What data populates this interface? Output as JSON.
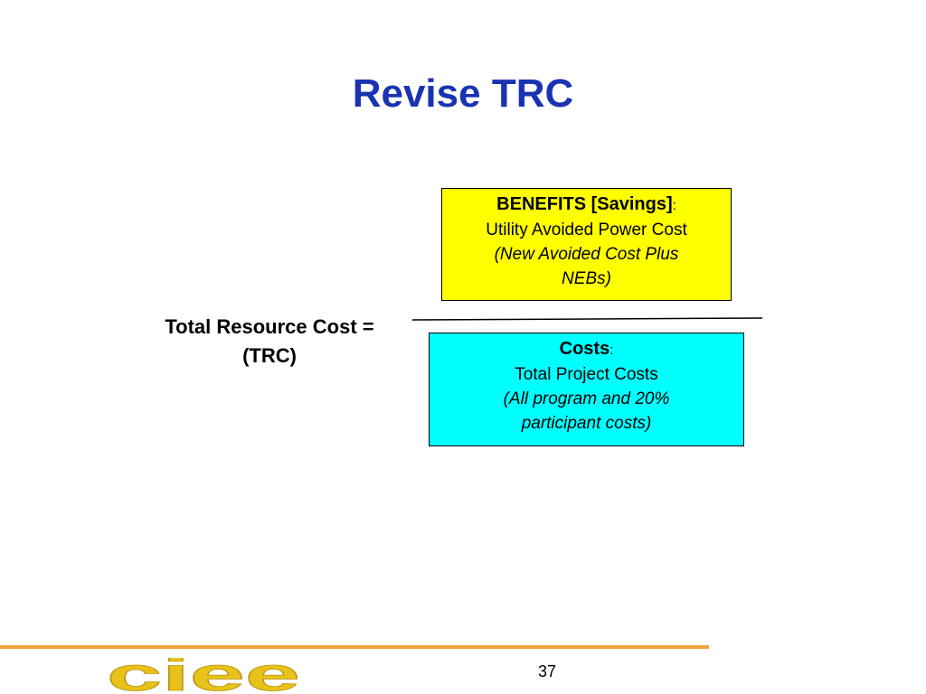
{
  "slide": {
    "title": "Revise TRC",
    "page_number": "37"
  },
  "formula": {
    "label_line1": "Total Resource Cost =",
    "label_line2": "(TRC)"
  },
  "benefits": {
    "heading": "BENEFITS [Savings]",
    "heading_suffix": ":",
    "line1": "Utility Avoided Power Cost",
    "note_line1": "(New Avoided Cost Plus",
    "note_line2": "NEBs)"
  },
  "costs": {
    "heading": "Costs",
    "heading_suffix": ":",
    "line1": "Total Project Costs",
    "note_line1": "(All program and 20%",
    "note_line2": "participant costs)"
  },
  "logo": {
    "text": "ciee"
  },
  "colors": {
    "title": "#1a33b3",
    "benefits_fill": "#ffff00",
    "costs_fill": "#00ffff",
    "footer_accent": "#f2a23a",
    "logo_fill": "#e8c21a"
  }
}
